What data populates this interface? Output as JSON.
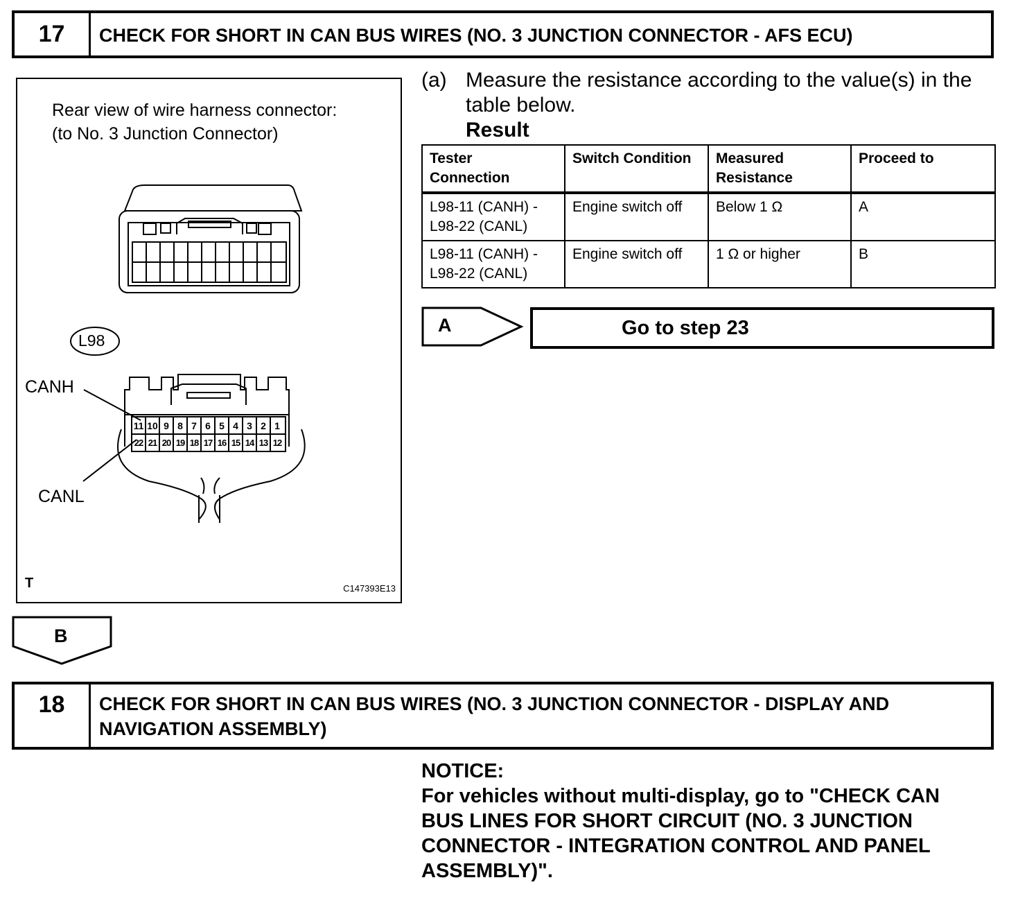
{
  "step17": {
    "number": "17",
    "title": "CHECK FOR SHORT IN CAN BUS WIRES (NO. 3 JUNCTION CONNECTOR - AFS ECU)"
  },
  "figure": {
    "caption_line1": "Rear view of wire harness connector:",
    "caption_line2": "(to No. 3 Junction Connector)",
    "connector_id": "L98",
    "label_canh": "CANH",
    "label_canl": "CANL",
    "corner_mark": "T",
    "figure_code": "C147393E13",
    "pins_top": [
      "11",
      "10",
      "9",
      "8",
      "7",
      "6",
      "5",
      "4",
      "3",
      "2",
      "1"
    ],
    "pins_bottom": [
      "22",
      "21",
      "20",
      "19",
      "18",
      "17",
      "16",
      "15",
      "14",
      "13",
      "12"
    ]
  },
  "instruction": {
    "marker": "(a)",
    "line1": "Measure the resistance according to the value(s) in the",
    "line2": "table below.",
    "result_heading": "Result"
  },
  "result_table": {
    "headers": {
      "tester_1": "Tester",
      "tester_2": "Connection",
      "switch": "Switch Condition",
      "measured_1": "Measured",
      "measured_2": "Resistance",
      "proceed": "Proceed to"
    },
    "rows": [
      {
        "connection_1": "L98-11 (CANH) -",
        "connection_2": "L98-22 (CANL)",
        "switch": "Engine switch off",
        "resistance": "Below 1 Ω",
        "proceed": "A"
      },
      {
        "connection_1": "L98-11 (CANH) -",
        "connection_2": "L98-22 (CANL)",
        "switch": "Engine switch off",
        "resistance": "1 Ω or higher",
        "proceed": "B"
      }
    ]
  },
  "branch_a": {
    "label": "A",
    "action": "Go to step 23"
  },
  "branch_b": {
    "label": "B"
  },
  "step18": {
    "number": "18",
    "title_line1": "CHECK FOR SHORT IN CAN BUS WIRES (NO. 3 JUNCTION CONNECTOR - DISPLAY AND",
    "title_line2": "NAVIGATION ASSEMBLY)"
  },
  "notice": {
    "heading": "NOTICE:",
    "line1": "For vehicles without multi-display, go to \"CHECK CAN",
    "line2": "BUS LINES FOR SHORT CIRCUIT (NO. 3 JUNCTION",
    "line3": "CONNECTOR - INTEGRATION CONTROL AND PANEL",
    "line4": "ASSEMBLY)\"."
  }
}
